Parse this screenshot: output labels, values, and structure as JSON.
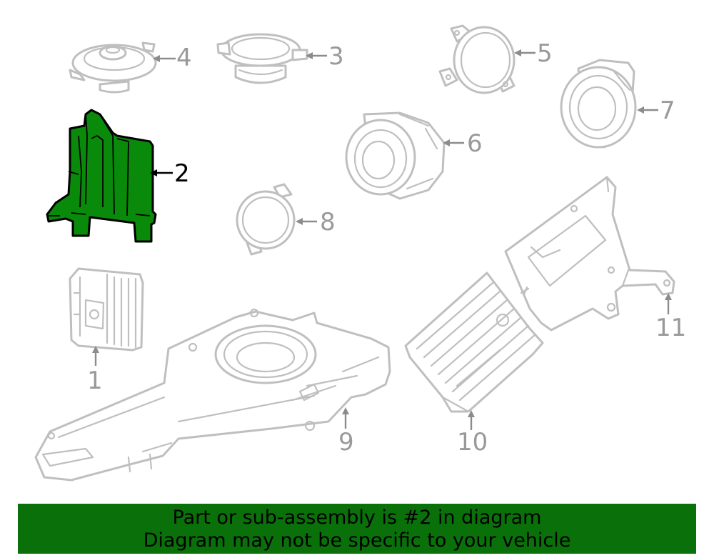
{
  "diagram": {
    "highlight_color": "#0a8a0a",
    "callouts": [
      {
        "id": "1",
        "label": "1",
        "highlighted": false
      },
      {
        "id": "2",
        "label": "2",
        "highlighted": true
      },
      {
        "id": "3",
        "label": "3",
        "highlighted": false
      },
      {
        "id": "4",
        "label": "4",
        "highlighted": false
      },
      {
        "id": "5",
        "label": "5",
        "highlighted": false
      },
      {
        "id": "6",
        "label": "6",
        "highlighted": false
      },
      {
        "id": "7",
        "label": "7",
        "highlighted": false
      },
      {
        "id": "8",
        "label": "8",
        "highlighted": false
      },
      {
        "id": "9",
        "label": "9",
        "highlighted": false
      },
      {
        "id": "10",
        "label": "10",
        "highlighted": false
      },
      {
        "id": "11",
        "label": "11",
        "highlighted": false
      }
    ]
  },
  "banner": {
    "background": "#0a700a",
    "line1": "Part or sub-assembly is #2 in diagram",
    "line2": "Diagram may not be specific to your vehicle"
  }
}
